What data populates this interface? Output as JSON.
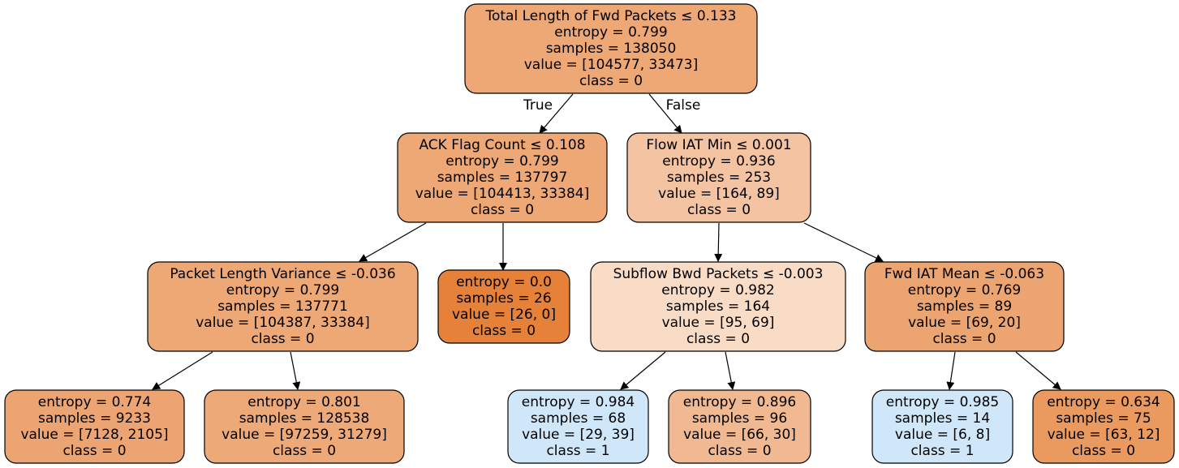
{
  "tree": {
    "nodes": [
      {
        "id": "n0",
        "fill": "#eda876",
        "lines": [
          "Total Length of Fwd Packets ≤ 0.133",
          "entropy = 0.799",
          "samples = 138050",
          "value = [104577, 33473]",
          "class = 0"
        ]
      },
      {
        "id": "n1",
        "fill": "#eda876",
        "lines": [
          "ACK Flag Count ≤ 0.108",
          "entropy = 0.799",
          "samples = 137797",
          "value = [104413, 33384]",
          "class = 0"
        ]
      },
      {
        "id": "n2",
        "fill": "#f4c4a2",
        "lines": [
          "Flow IAT Min ≤ 0.001",
          "entropy = 0.936",
          "samples = 253",
          "value = [164, 89]",
          "class = 0"
        ]
      },
      {
        "id": "n3",
        "fill": "#eda876",
        "lines": [
          "Packet Length Variance ≤ -0.036",
          "entropy = 0.799",
          "samples = 137771",
          "value = [104387, 33384]",
          "class = 0"
        ]
      },
      {
        "id": "n4",
        "fill": "#e58139",
        "lines": [
          "entropy = 0.0",
          "samples = 26",
          "value = [26, 0]",
          "class = 0"
        ]
      },
      {
        "id": "n5",
        "fill": "#f8dcc6",
        "lines": [
          "Subflow Bwd Packets ≤ -0.003",
          "entropy = 0.982",
          "samples = 164",
          "value = [95, 69]",
          "class = 0"
        ]
      },
      {
        "id": "n6",
        "fill": "#eca471",
        "lines": [
          "Fwd IAT Mean ≤ -0.063",
          "entropy = 0.769",
          "samples = 89",
          "value = [69, 20]",
          "class = 0"
        ]
      },
      {
        "id": "n7",
        "fill": "#eca572",
        "lines": [
          "entropy = 0.774",
          "samples = 9233",
          "value = [7128, 2105]",
          "class = 0"
        ]
      },
      {
        "id": "n8",
        "fill": "#eda978",
        "lines": [
          "entropy = 0.801",
          "samples = 128538",
          "value = [97259, 31279]",
          "class = 0"
        ]
      },
      {
        "id": "n9",
        "fill": "#cfe7f9",
        "lines": [
          "entropy = 0.984",
          "samples = 68",
          "value = [29, 39]",
          "class = 1"
        ]
      },
      {
        "id": "n10",
        "fill": "#f1b991",
        "lines": [
          "entropy = 0.896",
          "samples = 96",
          "value = [66, 30]",
          "class = 0"
        ]
      },
      {
        "id": "n11",
        "fill": "#cfe7f9",
        "lines": [
          "entropy = 0.985",
          "samples = 14",
          "value = [6, 8]",
          "class = 1"
        ]
      },
      {
        "id": "n12",
        "fill": "#ea9a5f",
        "lines": [
          "entropy = 0.634",
          "samples = 75",
          "value = [63, 12]",
          "class = 0"
        ]
      }
    ],
    "edges": [
      {
        "from": "n0",
        "to": "n1",
        "label": "True"
      },
      {
        "from": "n0",
        "to": "n2",
        "label": "False"
      },
      {
        "from": "n1",
        "to": "n3",
        "label": ""
      },
      {
        "from": "n1",
        "to": "n4",
        "label": ""
      },
      {
        "from": "n2",
        "to": "n5",
        "label": ""
      },
      {
        "from": "n2",
        "to": "n6",
        "label": ""
      },
      {
        "from": "n3",
        "to": "n7",
        "label": ""
      },
      {
        "from": "n3",
        "to": "n8",
        "label": ""
      },
      {
        "from": "n5",
        "to": "n9",
        "label": ""
      },
      {
        "from": "n5",
        "to": "n10",
        "label": ""
      },
      {
        "from": "n6",
        "to": "n11",
        "label": ""
      },
      {
        "from": "n6",
        "to": "n12",
        "label": ""
      }
    ]
  }
}
